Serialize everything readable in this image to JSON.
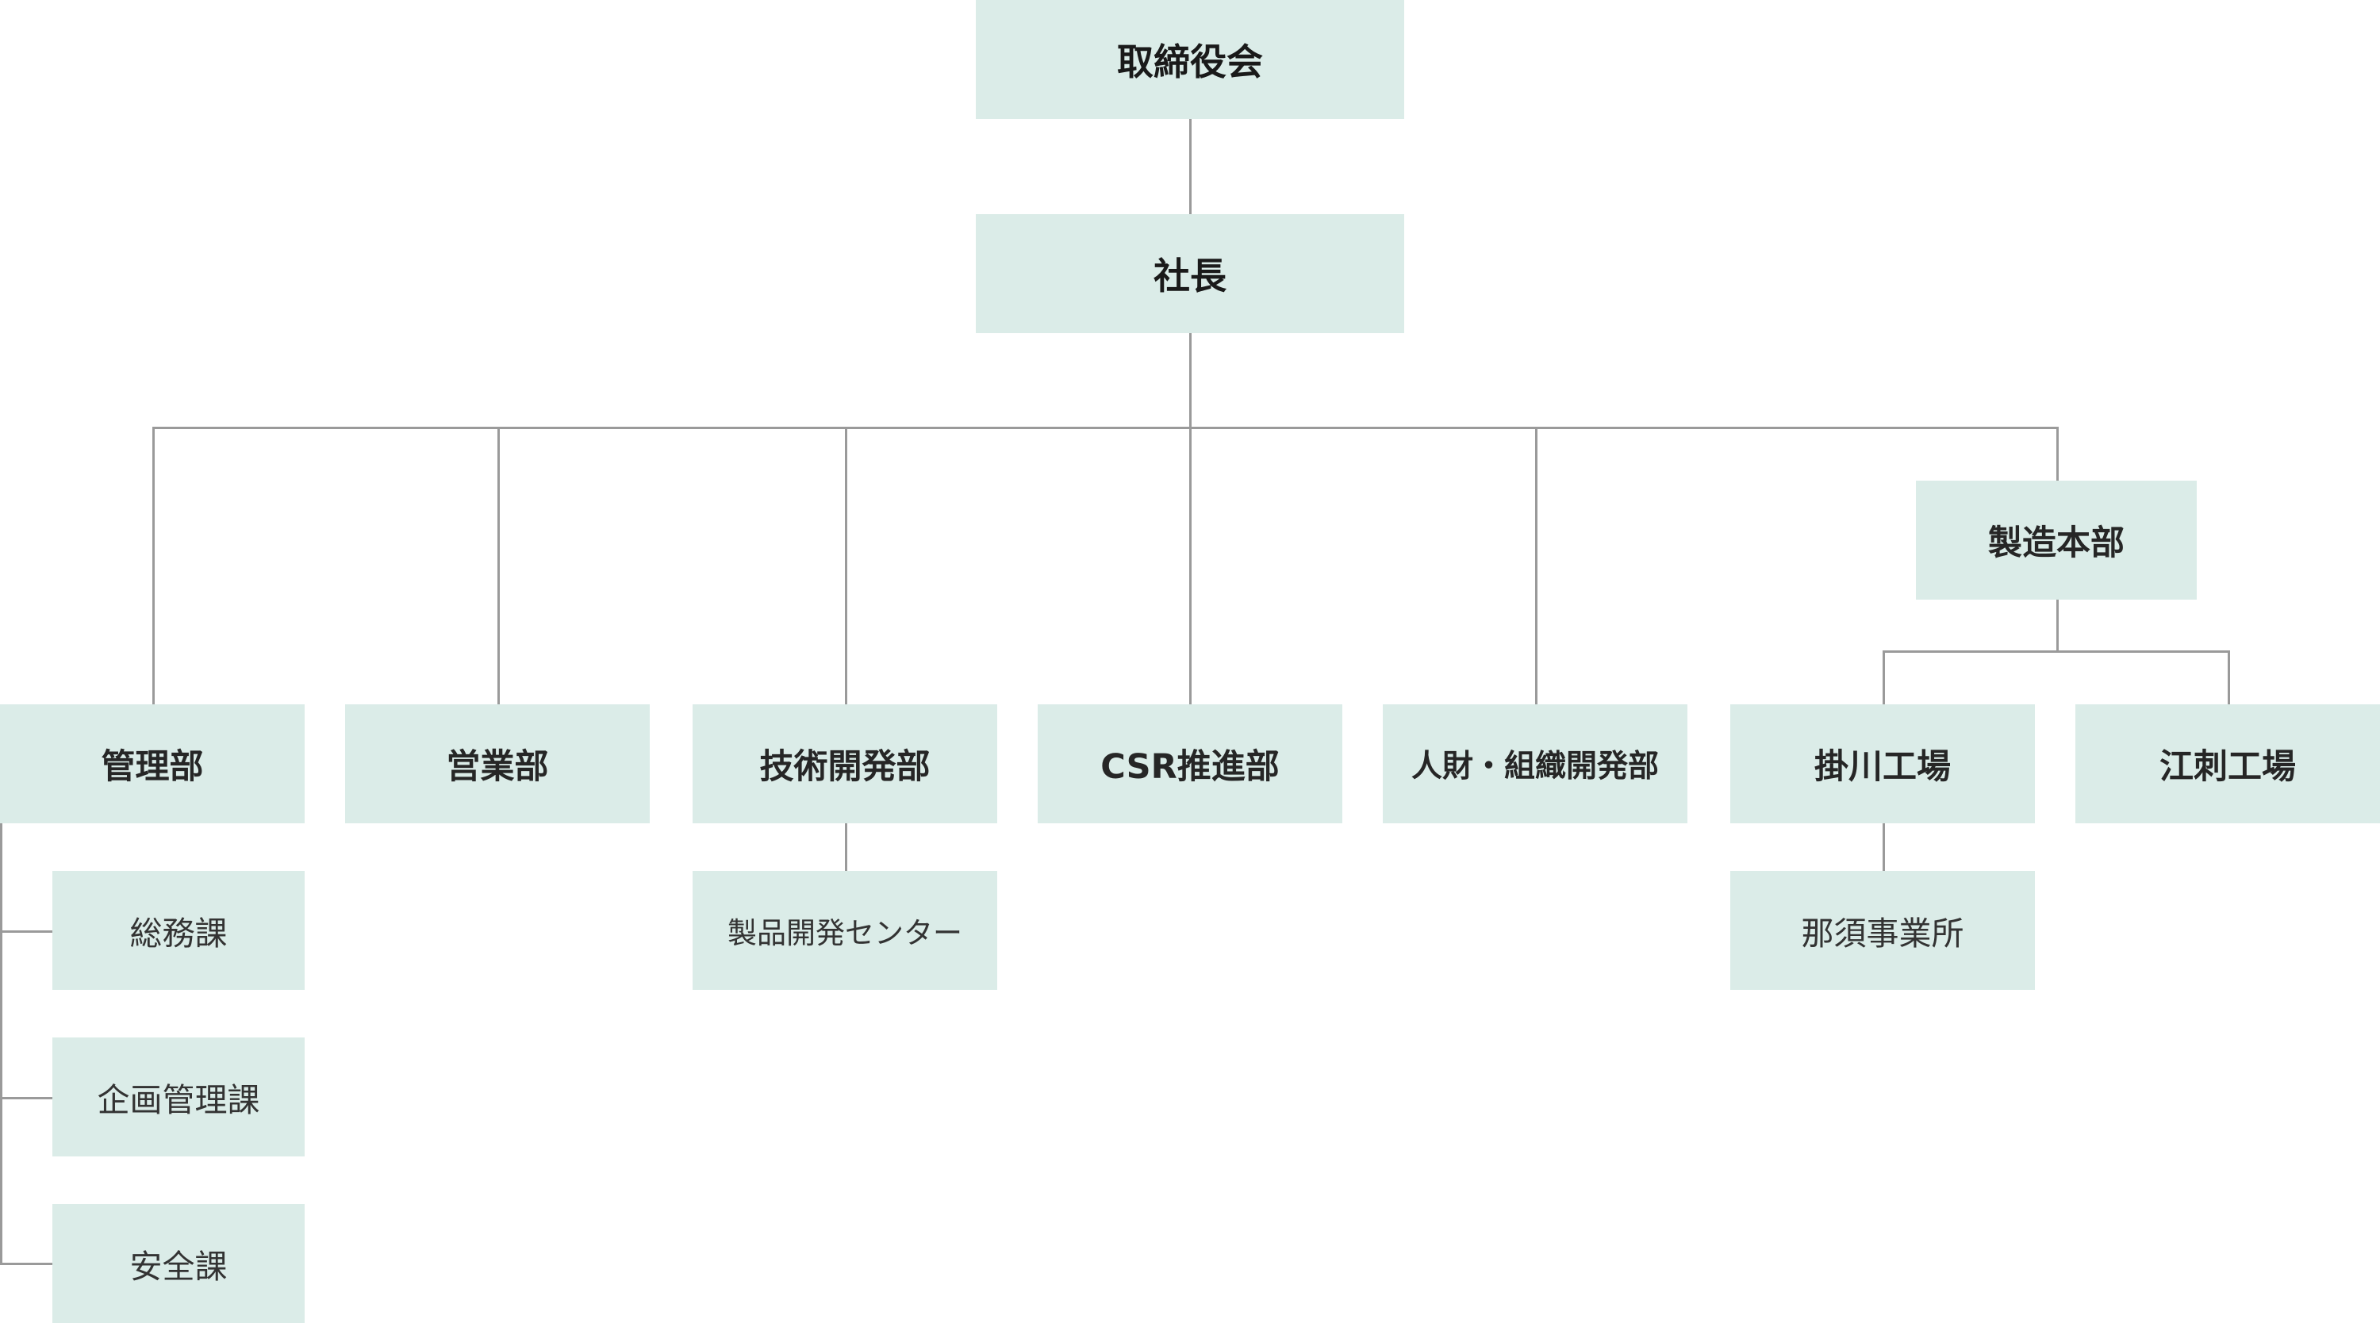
{
  "colors": {
    "box_fill": "#dbece8",
    "connector": "#9a9a9a",
    "text": "#222222"
  },
  "org": {
    "board": "取締役会",
    "president": "社長",
    "manufacturing_hq": "製造本部",
    "departments": {
      "admin": "管理部",
      "sales": "営業部",
      "tech_dev": "技術開発部",
      "csr": "CSR推進部",
      "hr": "人財・組織開発部",
      "kakegawa": "掛川工場",
      "esashi": "江刺工場"
    },
    "sections": {
      "general_affairs": "総務課",
      "planning": "企画管理課",
      "safety": "安全課",
      "product_center": "製品開発センター",
      "nasu_office": "那須事業所"
    }
  }
}
